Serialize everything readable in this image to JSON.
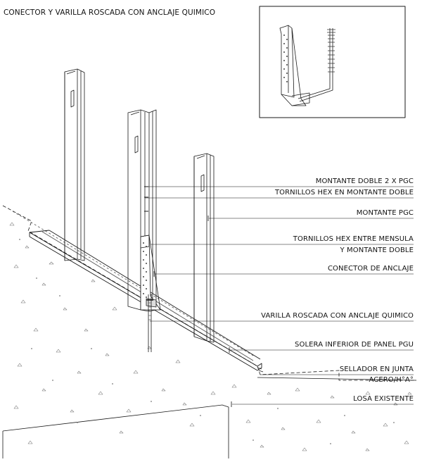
{
  "title": "CONECTOR Y VARILLA ROSCADA CON ANCLAJE QUIMICO",
  "callouts": [
    {
      "id": "montante-doble",
      "text": "MONTANTE DOBLE 2 X PGC"
    },
    {
      "id": "tornillos-montante-doble",
      "text": "TORNILLOS HEX EN MONTANTE DOBLE"
    },
    {
      "id": "montante-pgc",
      "text": "MONTANTE PGC"
    },
    {
      "id": "tornillos-mensula-1",
      "text": "TORNILLOS HEX ENTRE MENSULA"
    },
    {
      "id": "tornillos-mensula-2",
      "text": "Y MONTANTE DOBLE"
    },
    {
      "id": "conector-anclaje",
      "text": "CONECTOR DE ANCLAJE"
    },
    {
      "id": "varilla-roscada",
      "text": "VARILLA ROSCADA CON ANCLAJE QUIMICO"
    },
    {
      "id": "solera-inferior",
      "text": "SOLERA INFERIOR DE PANEL PGU"
    },
    {
      "id": "sellador-1",
      "text": "SELLADOR EN JUNTA"
    },
    {
      "id": "sellador-2",
      "text": "ACERO/H°A°"
    },
    {
      "id": "losa-existente",
      "text": "LOSA EXISTENTE"
    }
  ]
}
